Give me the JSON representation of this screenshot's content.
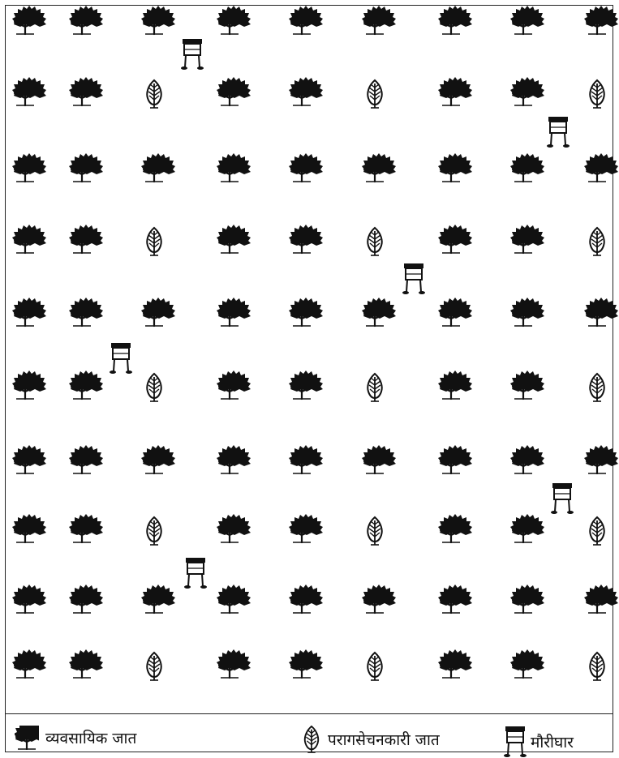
{
  "legend": {
    "commercial": {
      "label": "व्यवसायिक जात",
      "icon": "bushy-tree-icon"
    },
    "pollinator": {
      "label": "परागसेचनकारी जात",
      "icon": "leaf-tree-icon"
    },
    "beehive": {
      "label": "मौरीघार",
      "icon": "beehive-box-icon"
    }
  },
  "plantation": {
    "rows": [
      "CCCCCCCCC",
      "CCPCCPCCP",
      "CCCCCCCCC",
      "CCPCCPCCP",
      "CCCCCCCCC",
      "CCPCCPCCP",
      "CCCCCCCCC",
      "CCPCCPCCP",
      "CCCCCCCCC",
      "CCPCCPCCP"
    ],
    "beehive_count": 6
  },
  "colors": {
    "ink": "#111111",
    "background": "#ffffff"
  }
}
